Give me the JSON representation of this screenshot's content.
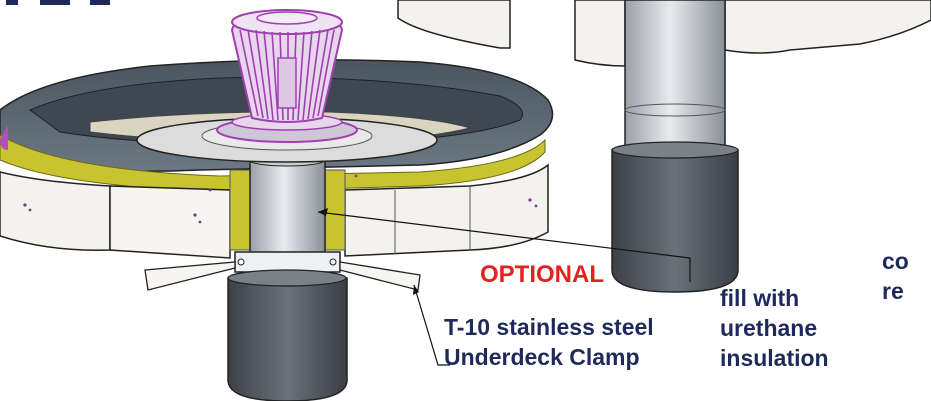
{
  "labels": {
    "optional": "OPTIONAL",
    "clamp": [
      "T-10 stainless steel",
      "Underdeck Clamp"
    ],
    "fill": [
      "fill with",
      "urethane",
      "insulation"
    ],
    "partial": [
      "co",
      "re"
    ]
  },
  "colors": {
    "label_navy": "#1f2a5a",
    "label_red": "#e1231e",
    "dome_magenta": "#a040b0",
    "flashing_yellow": "#c8c430",
    "deck_gray": "#5e6b76",
    "pipe_dark": "#4a5058",
    "insulation_white": "#f4f2ee"
  }
}
